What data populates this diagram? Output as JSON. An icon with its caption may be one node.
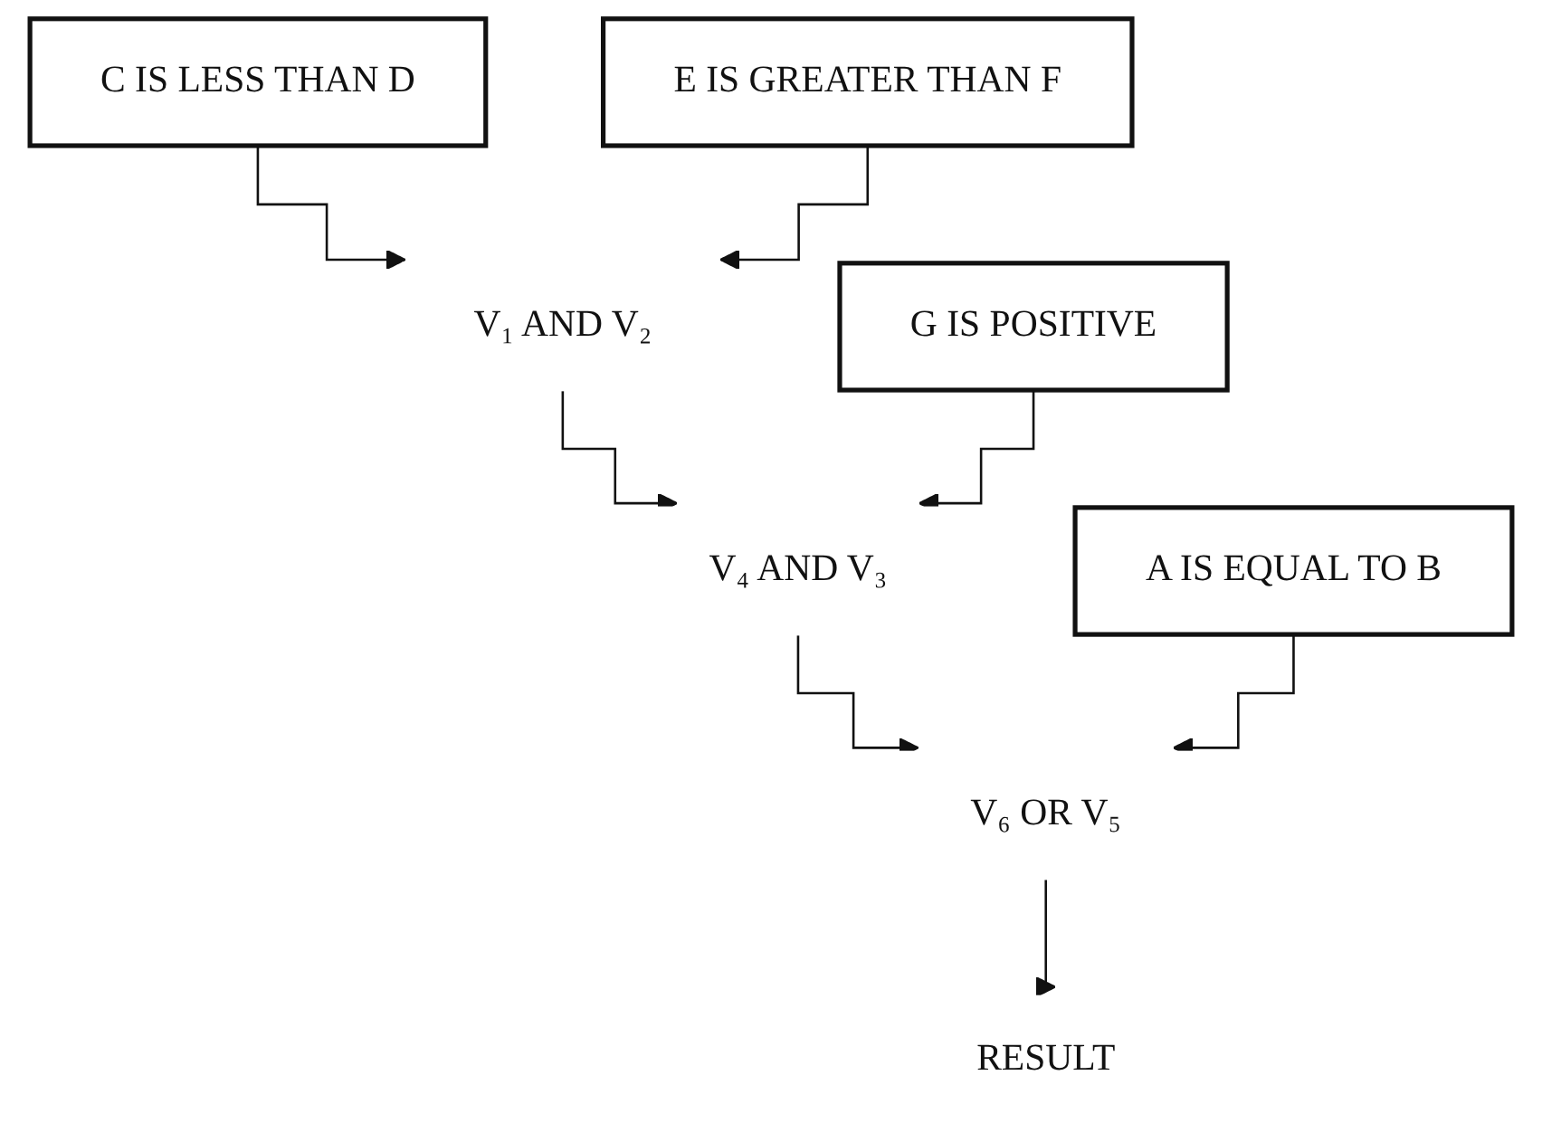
{
  "diagram": {
    "nodes": [
      {
        "text": [
          "C IS LESS THAN D"
        ]
      },
      {
        "text": [
          "E IS GREATER THAN F"
        ]
      },
      {
        "text": [
          "V₁ AND V₂"
        ]
      },
      {
        "text": [
          "G IS POSITIVE"
        ]
      },
      {
        "text": [
          "V₄ AND V₃"
        ]
      },
      {
        "text": [
          "A IS EQUAL TO B"
        ]
      },
      {
        "text": [
          "V₆ OR V₅"
        ]
      },
      {
        "text": [
          "RESULT"
        ]
      }
    ],
    "edges": [
      {
        "from": 0,
        "to": 2,
        "arrow": "to"
      },
      {
        "from": 1,
        "to": 2,
        "arrow": "to"
      },
      {
        "from": 2,
        "to": 4,
        "arrow": "to"
      },
      {
        "from": 3,
        "to": 4,
        "arrow": "to"
      },
      {
        "from": 4,
        "to": 6,
        "arrow": "to"
      },
      {
        "from": 5,
        "to": 6,
        "arrow": "to"
      },
      {
        "from": 6,
        "to": 7,
        "arrow": "to"
      }
    ]
  }
}
